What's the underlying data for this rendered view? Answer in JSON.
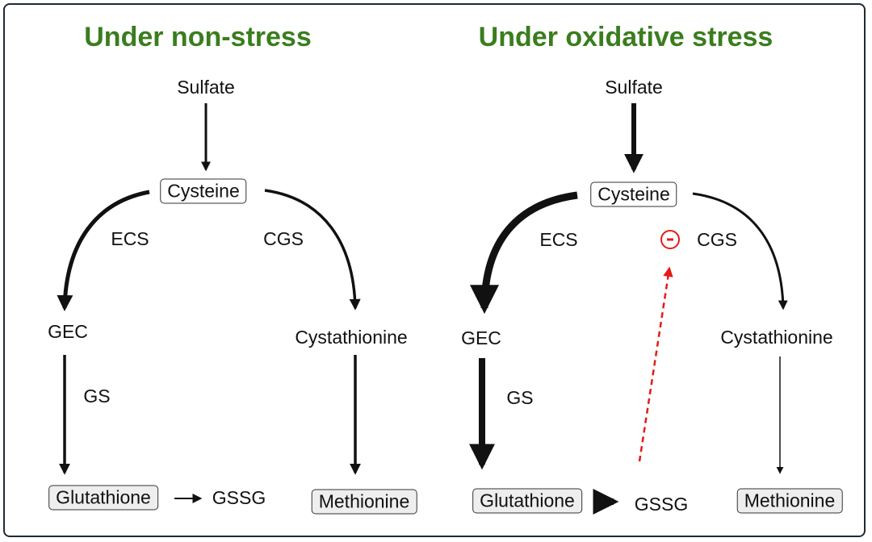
{
  "panels": {
    "left": {
      "title": "Under non-stress",
      "sulfate": "Sulfate",
      "cysteine": "Cysteine",
      "ecs": "ECS",
      "cgs": "CGS",
      "gec": "GEC",
      "gs": "GS",
      "cystathionine": "Cystathionine",
      "glutathione": "Glutathione",
      "gssg": "GSSG",
      "methionine": "Methionine"
    },
    "right": {
      "title": "Under oxidative stress",
      "sulfate": "Sulfate",
      "cysteine": "Cysteine",
      "ecs": "ECS",
      "cgs": "CGS",
      "gec": "GEC",
      "gs": "GS",
      "cystathionine": "Cystathionine",
      "glutathione": "Glutathione",
      "gssg": "GSSG",
      "methionine": "Methionine"
    }
  },
  "colors": {
    "title": "#3a7d1e",
    "arrow": "#111111",
    "inhibition": "#e41b17"
  },
  "icons": {
    "inhibition": "minus-circle-icon"
  }
}
